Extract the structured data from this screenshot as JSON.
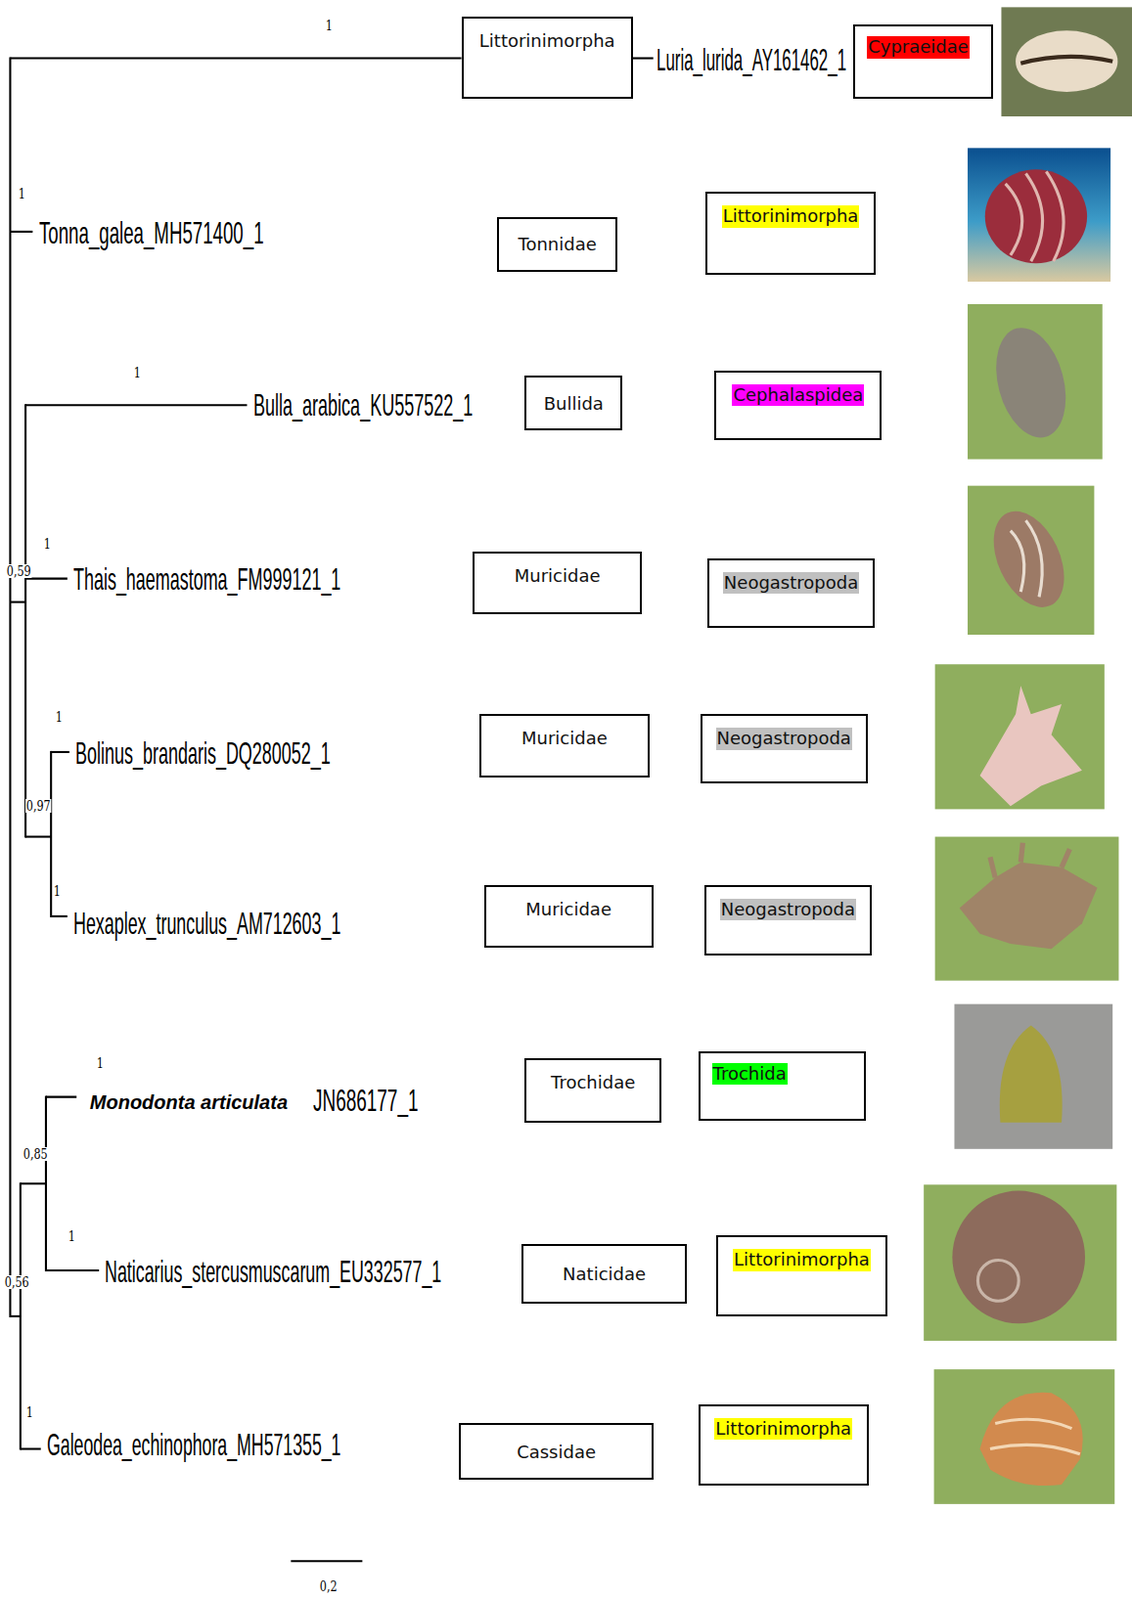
{
  "diagram": {
    "nodes": [
      {
        "text": [
          "Littorinimorpha"
        ]
      },
      {
        "text": [
          "Cypraeidae"
        ]
      },
      {
        "text": [
          "Tonnidae"
        ]
      },
      {
        "text": [
          "Littorinimorpha"
        ]
      },
      {
        "text": [
          "Bullida"
        ]
      },
      {
        "text": [
          "Cephalaspidea"
        ]
      },
      {
        "text": [
          "Muricidae"
        ]
      },
      {
        "text": [
          "Neogastropoda"
        ]
      },
      {
        "text": [
          "Muricidae"
        ]
      },
      {
        "text": [
          "Neogastropoda"
        ]
      },
      {
        "text": [
          "Muricidae"
        ]
      },
      {
        "text": [
          "Neogastropoda"
        ]
      },
      {
        "text": [
          "Trochidae"
        ]
      },
      {
        "text": [
          "Trochida"
        ]
      },
      {
        "text": [
          "Naticidae"
        ]
      },
      {
        "text": [
          "Littorinimorpha"
        ]
      },
      {
        "text": [
          "Cassidae"
        ]
      },
      {
        "text": [
          "Littorinimorpha"
        ]
      }
    ],
    "labels": [
      "1",
      "Luria_lurida_AY161462_1",
      "1",
      "Tonna_galea_MH571400_1",
      "1",
      "Bulla_arabica_KU557522_1",
      "1",
      "0,59",
      "Thais_haemastoma_FM999121_1",
      "1",
      "Bolinus_brandaris_DQ280052_1",
      "0,97",
      "1",
      "Hexaplex_trunculus_AM712603_1",
      "1",
      "Monodonta articulata",
      "JN686177_1",
      "0,85",
      "1",
      "Naticarius_stercusmuscarum_EU332577_1",
      "0,56",
      "1",
      "Galeodea_echinophora_MH571355_1",
      "0,2"
    ]
  }
}
